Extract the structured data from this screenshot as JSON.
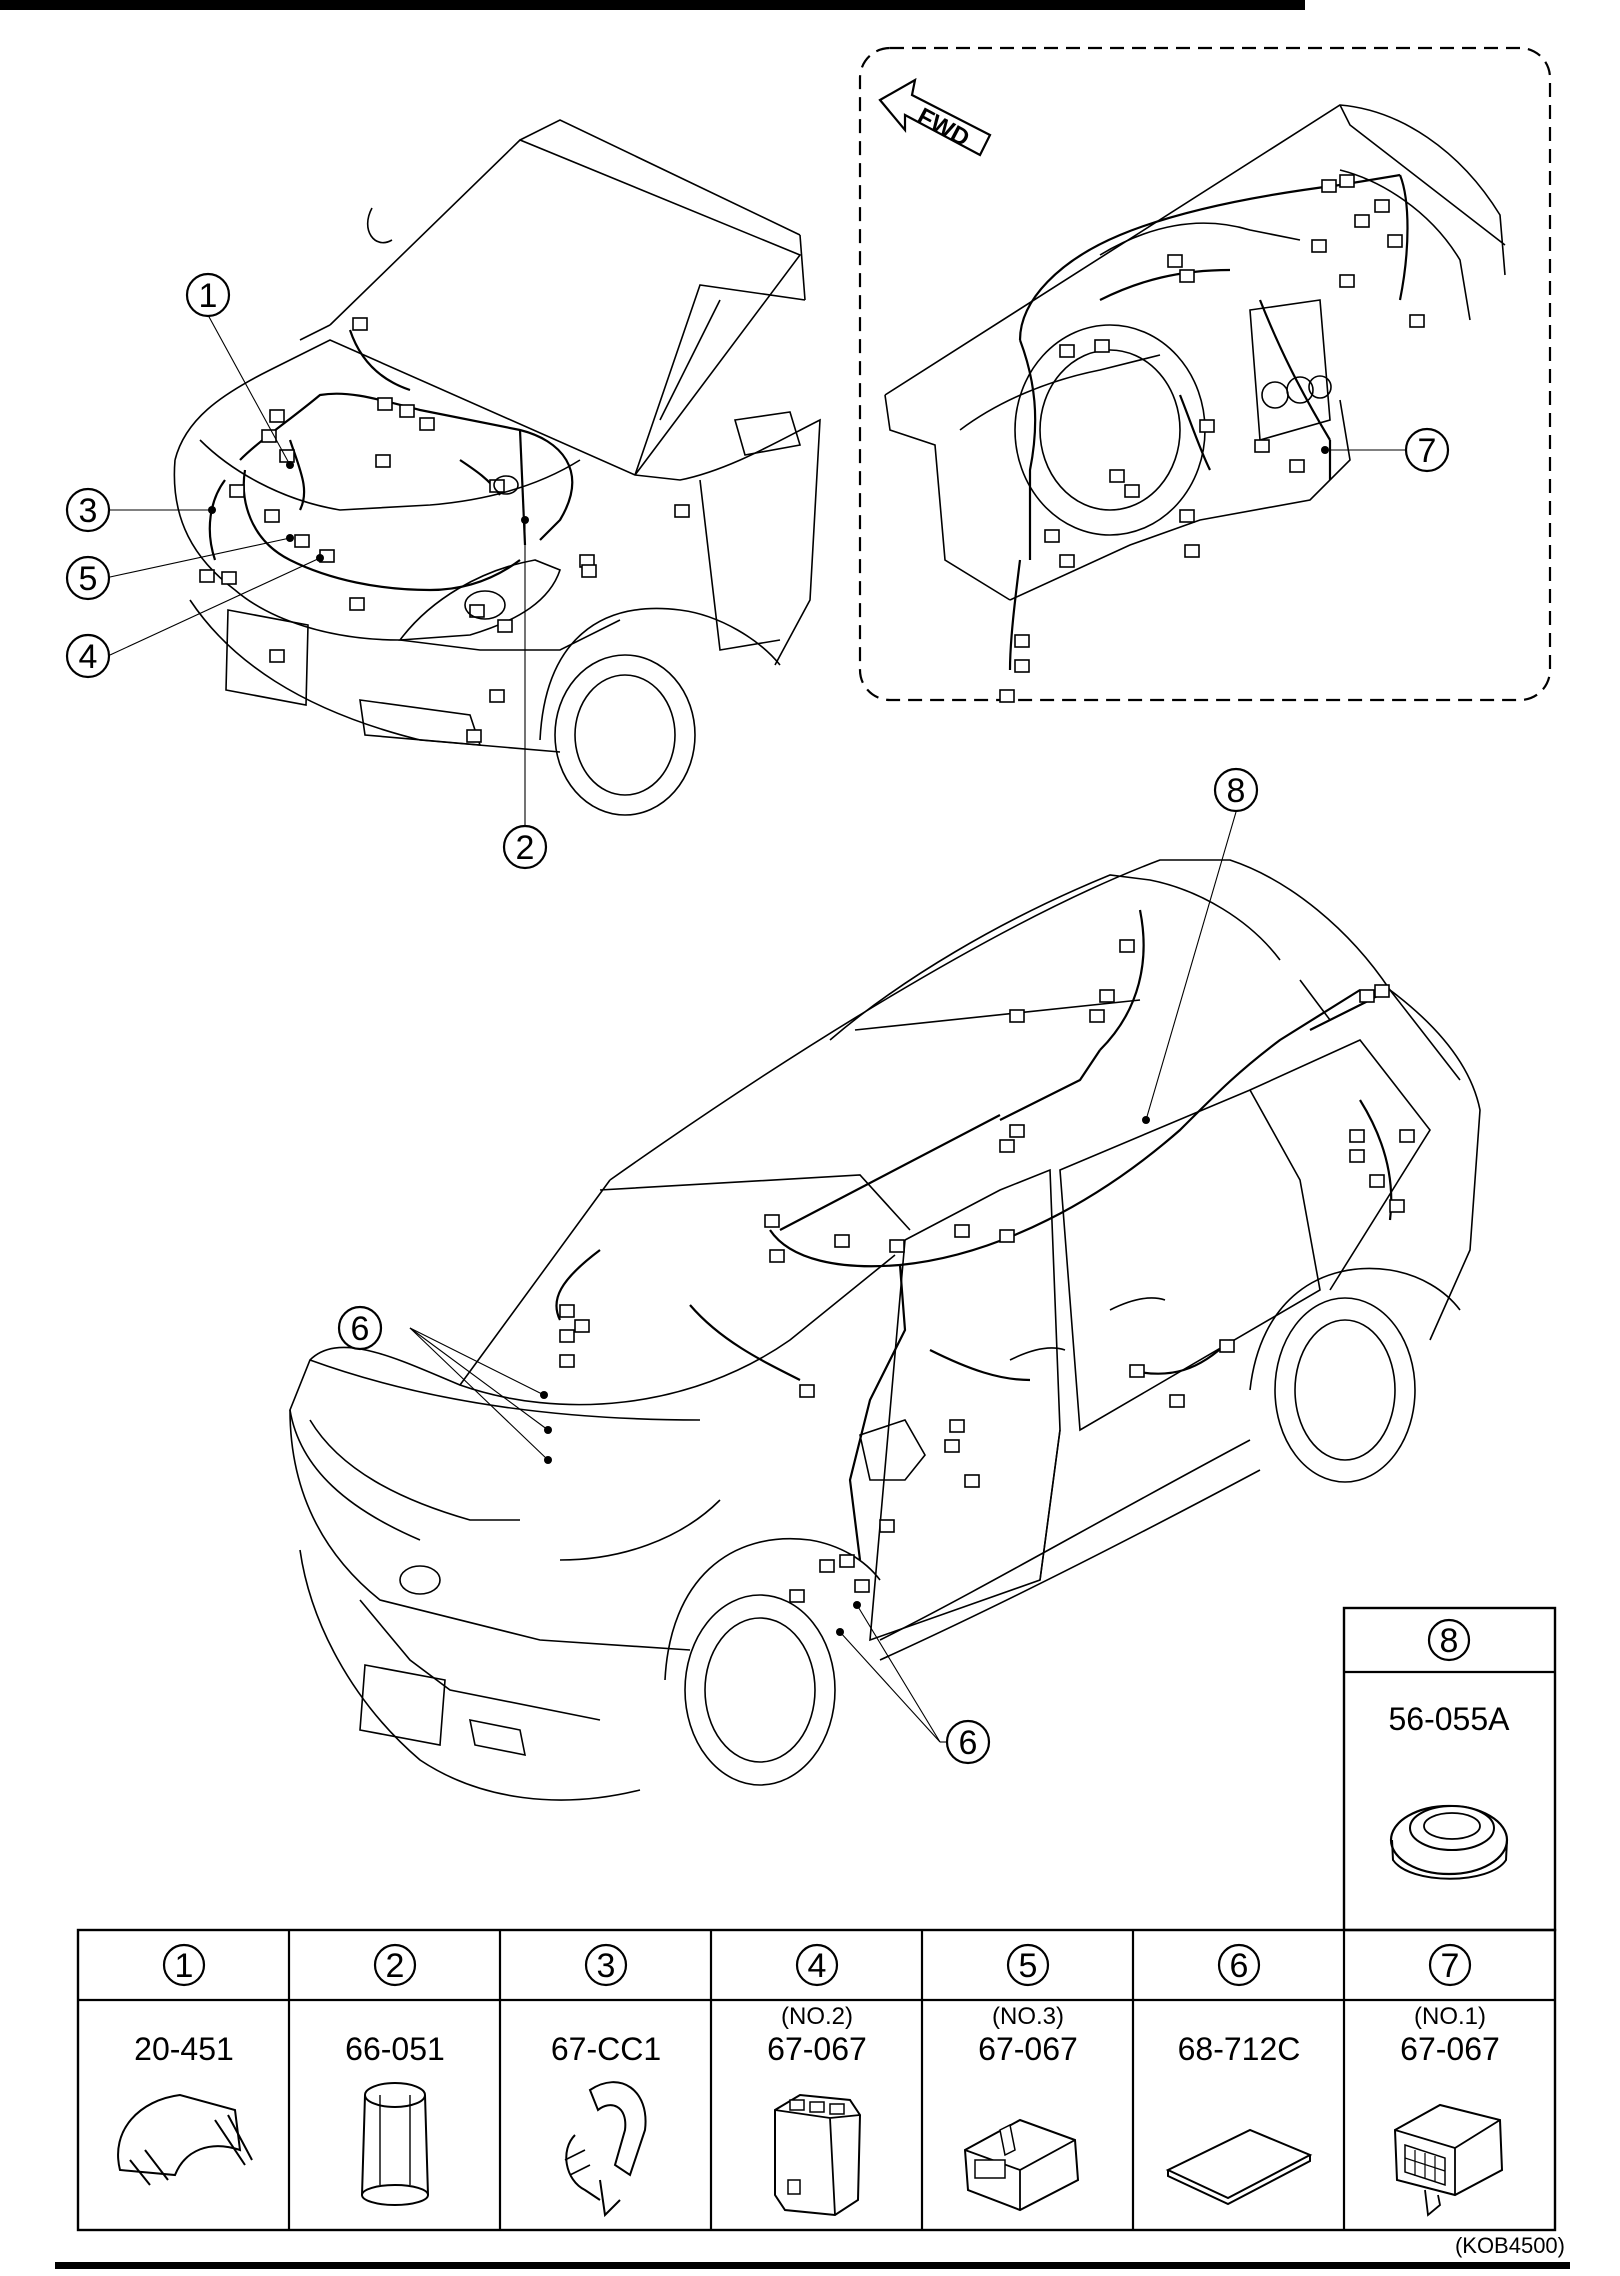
{
  "fwd_label": "FWD",
  "callouts": {
    "c1": "1",
    "c2": "2",
    "c3": "3",
    "c4": "4",
    "c5": "5",
    "c6a": "6",
    "c6b": "6",
    "c7": "7",
    "c8": "8"
  },
  "parts": [
    {
      "ref": "1",
      "sub": "",
      "number": "20-451"
    },
    {
      "ref": "2",
      "sub": "",
      "number": "66-051"
    },
    {
      "ref": "3",
      "sub": "",
      "number": "67-CC1"
    },
    {
      "ref": "4",
      "sub": "(NO.2)",
      "number": "67-067"
    },
    {
      "ref": "5",
      "sub": "(NO.3)",
      "number": "67-067"
    },
    {
      "ref": "6",
      "sub": "",
      "number": "68-712C"
    },
    {
      "ref": "7",
      "sub": "(NO.1)",
      "number": "67-067"
    }
  ],
  "part8": {
    "ref": "8",
    "number": "56-055A"
  },
  "footer_code": "(KOB4500)"
}
